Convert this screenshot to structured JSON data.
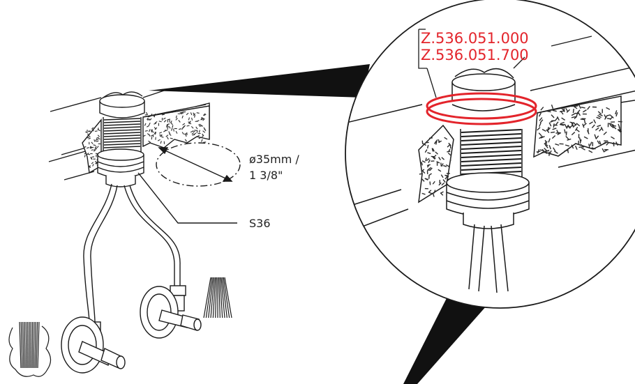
{
  "labels": {
    "diameter_line1": "ø35mm /",
    "diameter_line2": "1 3/8\"",
    "wrench": "S36",
    "part_numbers": [
      "Z.536.051.000",
      "Z.536.051.700"
    ]
  },
  "colors": {
    "highlight": "#e3242b",
    "line": "#1a1a1a",
    "texture": "#2a2a2a",
    "fill": "#ffffff"
  }
}
